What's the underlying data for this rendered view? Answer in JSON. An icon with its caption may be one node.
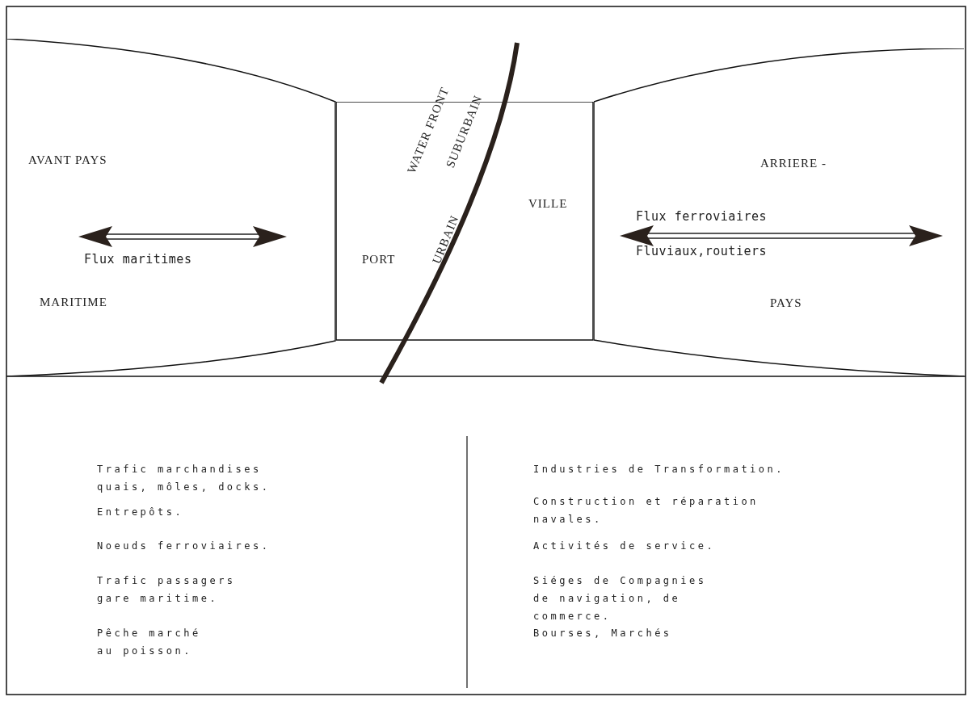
{
  "diagram": {
    "nodes": [
      {
        "text": [
          "AVANT PAYS",
          "Flux maritimes",
          "MARITIME"
        ]
      },
      {
        "text": [
          "WATER FRONT",
          "SUBURBAIN",
          "VILLE",
          "PORT",
          "URBAIN"
        ]
      },
      {
        "text": [
          "ARRIERE -",
          "Flux ferroviaires",
          "Fluviaux,routiers",
          "PAYS"
        ]
      }
    ],
    "edges": [],
    "labels": [
      "Trafic marchandises quais, môles, docks.",
      "Industries de Transformation.",
      "Entrepôts.",
      "Construction et réparation navales.",
      "Noeuds ferroviaires.",
      "Activités de service.",
      "Trafic passagers gare maritime.",
      "Siéges de Compagnies de navigation, de commerce.",
      "Pêche marché au poisson.",
      "Bourses, Marchés"
    ]
  }
}
